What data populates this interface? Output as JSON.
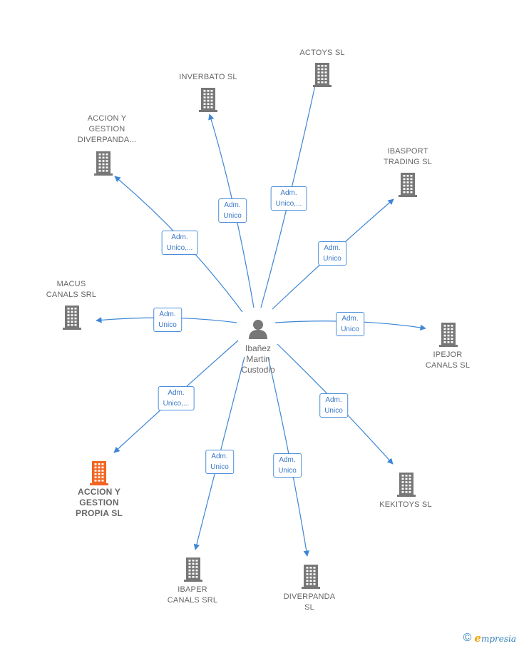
{
  "colors": {
    "edge": "#3d86d6",
    "building": "#777777",
    "building_highlight": "#f26522",
    "label": "#666666"
  },
  "center": {
    "label": "Ibañez\nMartin\nCustodio",
    "icon": "person-icon"
  },
  "nodes": [
    {
      "label": "ACTOYS  SL",
      "icon": "building-icon",
      "highlight": false
    },
    {
      "label": "INVERBATO SL",
      "icon": "building-icon",
      "highlight": false
    },
    {
      "label": "ACCION Y\nGESTION\nDIVERPANDA...",
      "icon": "building-icon",
      "highlight": false
    },
    {
      "label": "IBASPORT\nTRADING SL",
      "icon": "building-icon",
      "highlight": false
    },
    {
      "label": "MACUS\nCANALS SRL",
      "icon": "building-icon",
      "highlight": false
    },
    {
      "label": "IPEJOR\nCANALS SL",
      "icon": "building-icon",
      "highlight": false
    },
    {
      "label": "ACCION Y\nGESTION\nPROPIA  SL",
      "icon": "building-icon",
      "highlight": true
    },
    {
      "label": "KEKITOYS  SL",
      "icon": "building-icon",
      "highlight": false
    },
    {
      "label": "IBAPER\nCANALS SRL",
      "icon": "building-icon",
      "highlight": false
    },
    {
      "label": "DIVERPANDA\nSL",
      "icon": "building-icon",
      "highlight": false
    }
  ],
  "edges": [
    {
      "label": "Adm.\nUnico,..."
    },
    {
      "label": "Adm.\nUnico"
    },
    {
      "label": "Adm.\nUnico,..."
    },
    {
      "label": "Adm.\nUnico"
    },
    {
      "label": "Adm.\nUnico"
    },
    {
      "label": "Adm.\nUnico"
    },
    {
      "label": "Adm.\nUnico,..."
    },
    {
      "label": "Adm.\nUnico"
    },
    {
      "label": "Adm.\nUnico"
    },
    {
      "label": "Adm.\nUnico"
    }
  ],
  "footer": {
    "copyright_symbol": "©",
    "brand_initial": "e",
    "brand_rest": "mpresia"
  }
}
